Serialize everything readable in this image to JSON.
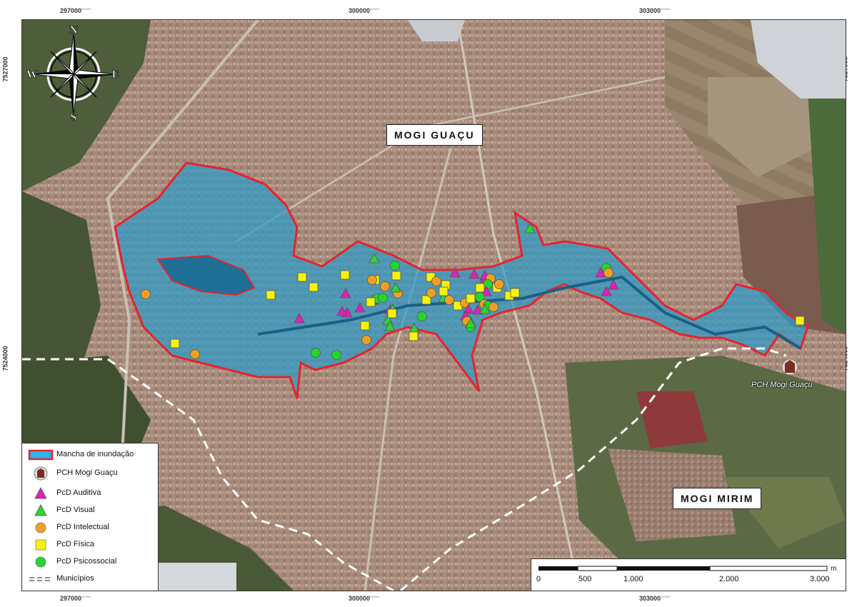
{
  "map": {
    "frame_color": "#333333",
    "flood_fill_color": "#2e9bc9",
    "flood_outline_color": "#e8222b"
  },
  "coordinates": {
    "x_ticks": [
      "297000",
      "300000",
      "303000"
    ],
    "y_ticks": [
      "7527000",
      "7524000"
    ],
    "faint_suffix": "000000"
  },
  "places": {
    "mogi_guacu": "MOGI GUAÇU",
    "mogi_mirim": "MOGI MIRIM",
    "pch": "PCH Mogi Guaçu"
  },
  "compass": {
    "n": "N",
    "s": "S",
    "e": "E",
    "w": "W"
  },
  "legend": {
    "items": [
      {
        "label": "Mancha de inundação",
        "symbol": "flood-polygon",
        "color": "#2bb5e8",
        "outline": "#e8222b"
      },
      {
        "label": "PCH Mogi Guaçu",
        "symbol": "dam-icon",
        "color": "#7b2e1e"
      },
      {
        "label": "PcD Auditiva",
        "symbol": "triangle",
        "color": "#e020b8"
      },
      {
        "label": "PcD Visual",
        "symbol": "triangle",
        "color": "#2ed62e"
      },
      {
        "label": "PcD Intelectual",
        "symbol": "circle",
        "color": "#f0a020"
      },
      {
        "label": "PcD Física",
        "symbol": "square",
        "color": "#f7f20a"
      },
      {
        "label": "PcD Psicossocial",
        "symbol": "circle",
        "color": "#22d62e"
      },
      {
        "label": "Municípios",
        "symbol": "dashed-line",
        "color": "#ffffff"
      }
    ]
  },
  "scale": {
    "unit": "m",
    "labels": [
      "0",
      "500",
      "1.000",
      "2.000",
      "3.000"
    ]
  }
}
